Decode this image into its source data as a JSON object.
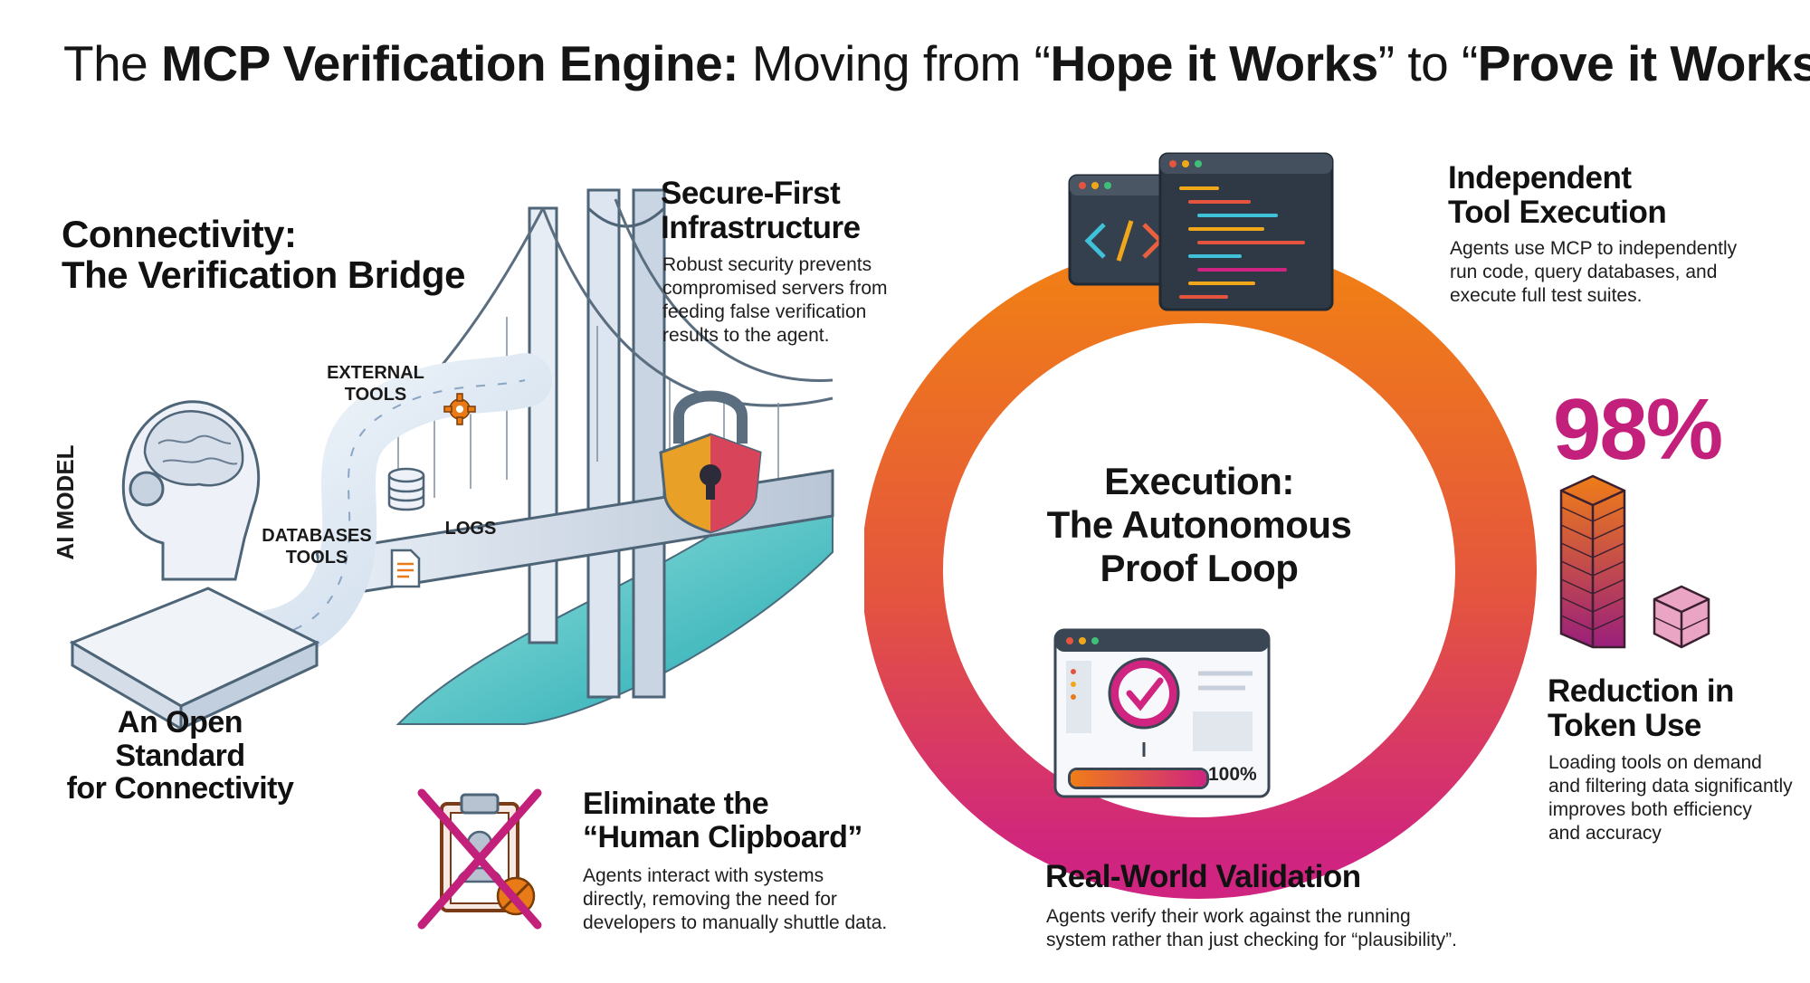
{
  "title": {
    "t1": "The ",
    "t2": "MCP Verification Engine:",
    "t3": " Moving from “",
    "t4": "Hope it Works",
    "t5": "” to “",
    "t6": "Prove it Works",
    "t7": "”"
  },
  "connectivity": {
    "line1": "Connectivity:",
    "line2": "The Verification Bridge"
  },
  "bridge_labels": {
    "ai_model": "AI MODEL",
    "external_tools_1": "EXTERNAL",
    "external_tools_2": "TOOLS",
    "databases_1": "DATABASES",
    "databases_2": "TOOLS",
    "logs": "LOGS"
  },
  "secure": {
    "h1": "Secure-First",
    "h2": "Infrastructure",
    "b1": "Robust security prevents",
    "b2": "compromised servers from",
    "b3": "feeding false verification",
    "b4": "results to the agent."
  },
  "open_standard": {
    "l1": "An Open Standard",
    "l2": "for Connectivity"
  },
  "clipboard": {
    "h1": "Eliminate the",
    "h2": "“Human Clipboard”",
    "b1": "Agents interact with systems",
    "b2": "directly, removing the need for",
    "b3": "developers to manually shuttle data."
  },
  "execution": {
    "l1": "Execution:",
    "l2": "The Autonomous",
    "l3": "Proof Loop"
  },
  "progress": {
    "value": 100,
    "label": "100%"
  },
  "independent": {
    "h1": "Independent",
    "h2": "Tool Execution",
    "b1": "Agents use MCP to independently",
    "b2": "run code, query databases, and",
    "b3": "execute full test suites."
  },
  "reduction": {
    "value": "98%",
    "h1": "Reduction in",
    "h2": "Token Use",
    "b1": "Loading tools on demand",
    "b2": "and filtering data significantly",
    "b3": "improves both efficiency",
    "b4": "and accuracy"
  },
  "validation": {
    "h": "Real-World Validation",
    "b1": "Agents verify their work against the running",
    "b2": "system rather than just checking for “plausibility”."
  },
  "icons": {
    "brain": "brain-head-icon",
    "bridge": "suspension-bridge-icon",
    "shield": "padlock-shield-icon",
    "gear": "gear-icon",
    "database": "database-icon",
    "document": "document-icon",
    "code": "code-window-icon",
    "check": "checkmark-window-icon",
    "clipboard": "crossed-clipboard-icon"
  },
  "colors": {
    "ring_orange": "#ef7d1a",
    "ring_magenta": "#d4247b",
    "accent_pink": "#c2207a",
    "water": "#2fb8b8"
  }
}
